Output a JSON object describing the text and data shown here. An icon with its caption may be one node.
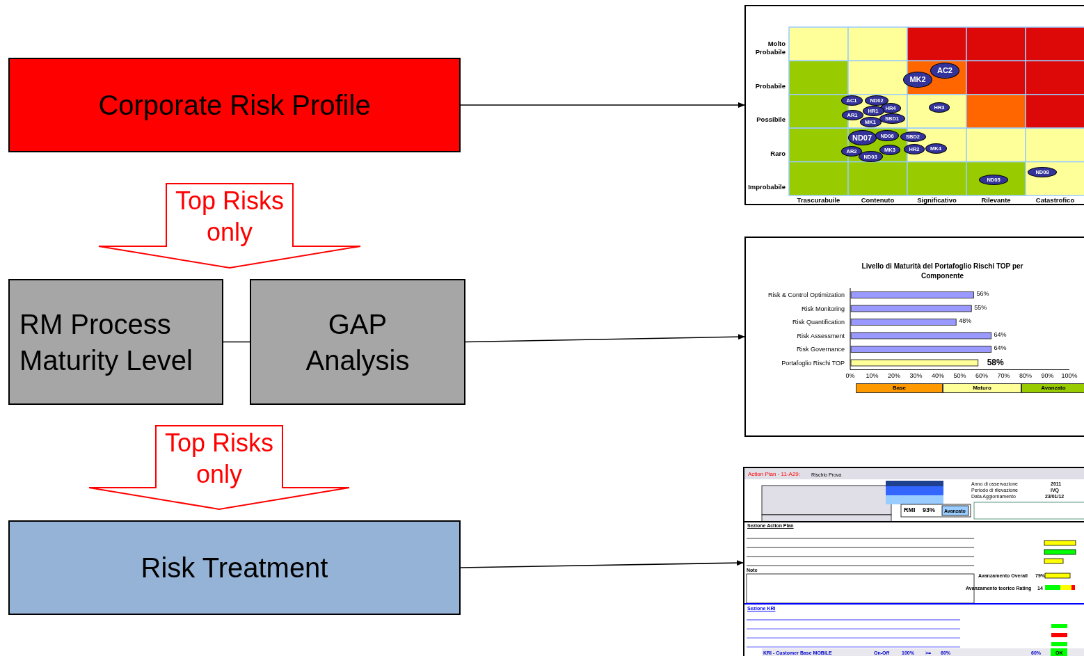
{
  "diagram": {
    "nodes": [
      {
        "text": [
          "Corporate Risk Profile"
        ]
      },
      {
        "text": [
          "RM Process Maturity Level"
        ]
      },
      {
        "text": [
          "GAP Analysis"
        ]
      },
      {
        "text": [
          "Risk Treatment"
        ]
      },
      {
        "text": [
          "Molto Probabile",
          "Probabile",
          "Possibile",
          "Raro",
          "Improbabile",
          "Trascurabuile",
          "Contenuto",
          "Significativo",
          "Rilevante",
          "Catastrofico"
        ]
      },
      {
        "text": [],
        "shape": "box"
      },
      {
        "text": [
          "Action Plan  -  11-A29:",
          "Rischio Prova",
          "Anno di osservazione",
          "Periodo di rilevazione",
          "Data Aggiornamento",
          "2011",
          "IVQ",
          "23/01/12",
          "RMI",
          "93%",
          "Avanzato",
          "Sezione Action Plan",
          "Note",
          "Avanzamento Overall",
          "79%",
          "Avanzamento teorico Rating",
          "14",
          "Sezione KRI",
          "KRI - Customer Base MOBILE",
          "On-Off",
          "100%",
          ">=",
          "60%",
          "60%",
          "OK"
        ]
      },
      {
        "text": [
          "AC2"
        ],
        "in": 4
      },
      {
        "text": [
          "MK2"
        ],
        "in": 4
      },
      {
        "text": [
          "AC1"
        ],
        "in": 4
      },
      {
        "text": [
          "ND02"
        ],
        "in": 4
      },
      {
        "text": [
          "HR4"
        ],
        "in": 4
      },
      {
        "text": [
          "HR1"
        ],
        "in": 4
      },
      {
        "text": [
          "HR3"
        ],
        "in": 4
      },
      {
        "text": [
          "AR1"
        ],
        "in": 4
      },
      {
        "text": [
          "SBD1"
        ],
        "in": 4
      },
      {
        "text": [
          "MK1"
        ],
        "in": 4
      },
      {
        "text": [
          "ND07"
        ],
        "in": 4
      },
      {
        "text": [
          "ND06"
        ],
        "in": 4
      },
      {
        "text": [
          "SBD2"
        ],
        "in": 4
      },
      {
        "text": [
          "AR2"
        ],
        "in": 4
      },
      {
        "text": [
          "MK3"
        ],
        "in": 4
      },
      {
        "text": [
          "HR2"
        ],
        "in": 4
      },
      {
        "text": [
          "MK4"
        ],
        "in": 4
      },
      {
        "text": [
          "ND03"
        ],
        "in": 4
      },
      {
        "text": [
          "ND08"
        ],
        "in": 4
      },
      {
        "text": [
          "ND05"
        ],
        "in": 4
      }
    ],
    "edges": [
      {
        "from": 0,
        "to": 1,
        "arrow": "to",
        "label": "Top Risks only",
        "color": "#ff0000"
      },
      {
        "from": 1,
        "to": 3,
        "arrow": "to",
        "label": "Top Risks only",
        "color": "#ff0000"
      },
      {
        "from": 1,
        "to": 2,
        "arrow": "none"
      },
      {
        "from": 0,
        "to": 4,
        "arrow": "to"
      },
      {
        "from": 2,
        "to": 5,
        "arrow": "to"
      },
      {
        "from": 3,
        "to": 6,
        "arrow": "to"
      }
    ],
    "legend": [
      {
        "text": "Base",
        "color": "#ff9900"
      },
      {
        "text": "Maturo",
        "color": "#ffff99"
      },
      {
        "text": "Avanzato",
        "color": "#99cc00"
      }
    ],
    "chart_data": {
      "type": "bar",
      "orientation": "horizontal",
      "title": "Livello di Maturità del Portafoglio Rischi TOP per Componente",
      "categories": [
        "Risk & Control Optimization",
        "Risk Monitoring",
        "Risk Quantification",
        "Risk Assessment",
        "Risk Governance",
        "Portafoglio Rischi TOP"
      ],
      "series": [
        {
          "color": "#9999ff",
          "values": [
            56,
            55,
            48,
            64,
            64,
            null
          ]
        },
        {
          "color": "#ffff99",
          "values": [
            null,
            null,
            null,
            null,
            null,
            58
          ]
        }
      ],
      "value_labels": [
        "56%",
        "55%",
        "48%",
        "64%",
        "64%",
        "58%"
      ],
      "xlim": [
        0,
        100
      ],
      "xticks": [
        {
          "value": 0,
          "label": "0%"
        },
        {
          "value": 10,
          "label": "10%"
        },
        {
          "value": 20,
          "label": "20%"
        },
        {
          "value": 30,
          "label": "30%"
        },
        {
          "value": 40,
          "label": "40%"
        },
        {
          "value": 50,
          "label": "50%"
        },
        {
          "value": 60,
          "label": "60%"
        },
        {
          "value": 70,
          "label": "70%"
        },
        {
          "value": 80,
          "label": "80%"
        },
        {
          "value": 90,
          "label": "90%"
        },
        {
          "value": 100,
          "label": "100%"
        }
      ]
    }
  }
}
